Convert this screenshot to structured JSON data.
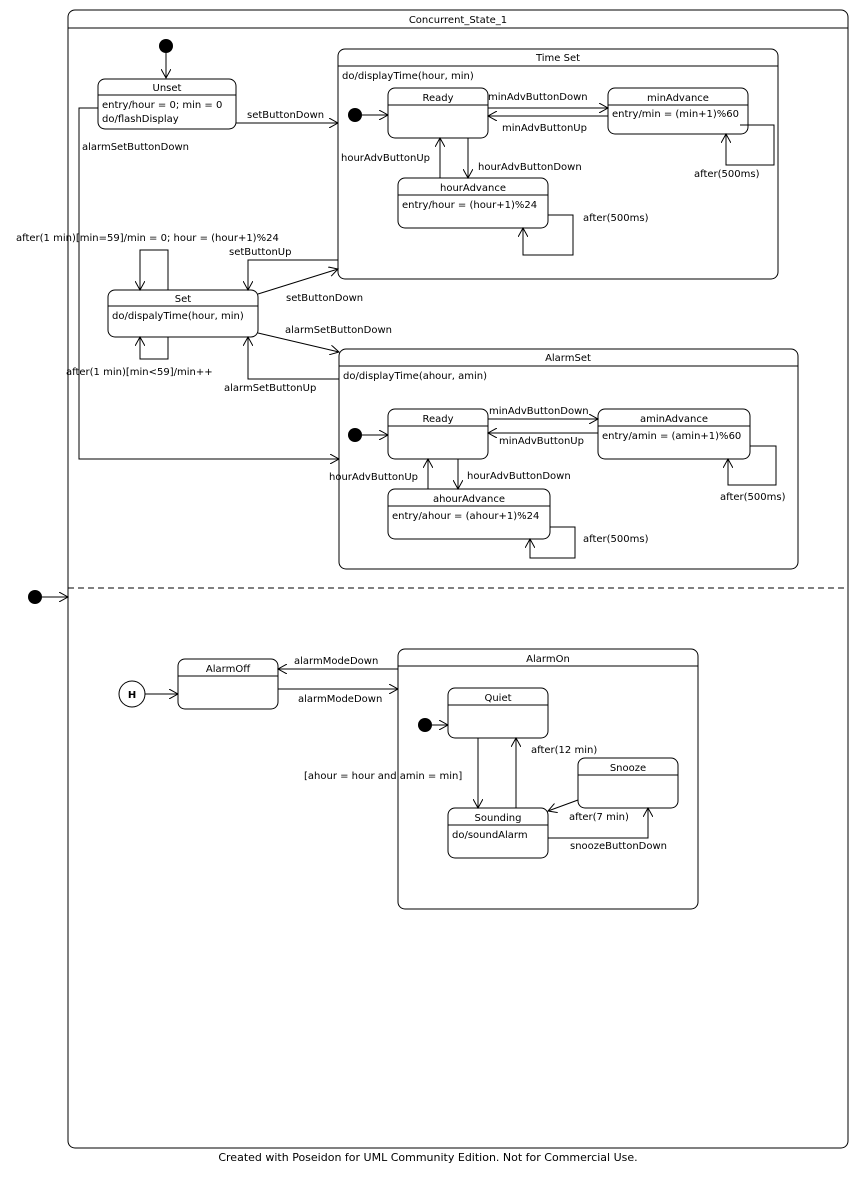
{
  "diagram": {
    "root_title": "Concurrent_State_1",
    "footer": "Created with Poseidon for UML Community Edition. Not for Commercial Use.",
    "unset": {
      "name": "Unset",
      "entry": "entry/hour = 0; min = 0",
      "do": "do/flashDisplay"
    },
    "set": {
      "name": "Set",
      "do": "do/dispalyTime(hour, min)"
    },
    "time_set": {
      "name": "Time Set",
      "do": "do/displayTime(hour, min)",
      "ready": "Ready",
      "min_advance": {
        "name": "minAdvance",
        "entry": "entry/min = (min+1)%60"
      },
      "hour_advance": {
        "name": "hourAdvance",
        "entry": "entry/hour = (hour+1)%24"
      }
    },
    "alarm_set": {
      "name": "AlarmSet",
      "do": "do/displayTime(ahour, amin)",
      "ready": "Ready",
      "amin_advance": {
        "name": "aminAdvance",
        "entry": "entry/amin = (amin+1)%60"
      },
      "ahour_advance": {
        "name": "ahourAdvance",
        "entry": "entry/ahour = (ahour+1)%24"
      }
    },
    "alarm_off": "AlarmOff",
    "alarm_on": {
      "name": "AlarmOn",
      "quiet": "Quiet",
      "snooze": "Snooze",
      "sounding": {
        "name": "Sounding",
        "do": "do/soundAlarm"
      }
    },
    "history": "H",
    "labels": {
      "set_button_down": "setButtonDown",
      "alarm_set_button_down_left": "alarmSetButtonDown",
      "min_adv_button_down": "minAdvButtonDown",
      "min_adv_button_up": "minAdvButtonUp",
      "hour_adv_button_up": "hourAdvButtonUp",
      "hour_adv_button_down": "hourAdvButtonDown",
      "after_500ms_1": "after(500ms)",
      "after_500ms_2": "after(500ms)",
      "self_loop_top": "after(1 min)[min=59]/min = 0; hour = (hour+1)%24",
      "set_button_up": "setButtonUp",
      "set_button_down_2": "setButtonDown",
      "alarm_set_button_down": "alarmSetButtonDown",
      "alarm_set_button_up": "alarmSetButtonUp",
      "self_loop_bottom": "after(1 min)[min<59]/min++",
      "a_min_adv_button_down": "minAdvButtonDown",
      "a_min_adv_button_up": "minAdvButtonUp",
      "a_hour_adv_button_up": "hourAdvButtonUp",
      "a_hour_adv_button_down": "hourAdvButtonDown",
      "after_500ms_3": "after(500ms)",
      "after_500ms_4": "after(500ms)",
      "alarm_mode_down_1": "alarmModeDown",
      "alarm_mode_down_2": "alarmModeDown",
      "after_12min": "after(12 min)",
      "guard": "[ahour = hour and amin = min]",
      "after_7min": "after(7 min)",
      "snooze_button_down": "snoozeButtonDown"
    }
  }
}
